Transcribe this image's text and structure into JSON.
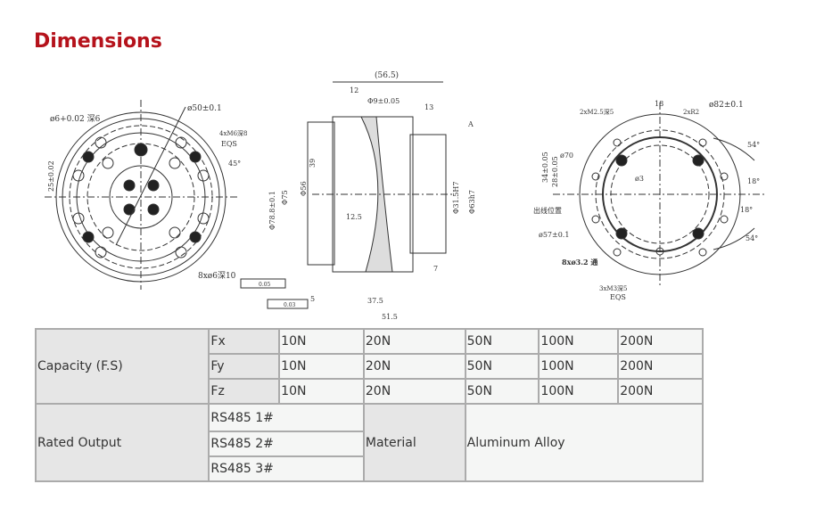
{
  "title": "Dimensions",
  "drawing": {
    "front": {
      "l1": "ø6+0.02 深6",
      "l2": "ø50±0.1",
      "l3": "4xM6深8",
      "l4": "EQS",
      "l5": "25±0.02",
      "l6": "45°",
      "l7": "8xø6深10"
    },
    "side": {
      "l1": "(56.5)",
      "l2": "12",
      "l3": "Φ9±0.05",
      "l4": "13",
      "l5": "39",
      "l6": "Φ56",
      "l7": "Φ78.8±0.1",
      "l8": "Φ75",
      "l9": "12.5",
      "l10": "Φ31.5H7",
      "l11": "Φ63h7",
      "l12": "7",
      "l13": "37.5",
      "l14": "51.5",
      "l15": "A",
      "l16": "5",
      "l17": "0.05",
      "l18": "0.03"
    },
    "back": {
      "l1": "2xM2.5深5",
      "l2": "18",
      "l3": "2xR2",
      "l4": "ø82±0.1",
      "l5": "34±0.05",
      "l6": "28±0.05",
      "l7": "ø70",
      "l8": "ø3",
      "l9": "出线位置",
      "l10": "ø57±0.1",
      "l11": "8xø3.2 通",
      "l12": "3xM3深5",
      "l13": "EQS",
      "l14": "54°",
      "l15": "18°",
      "l16": "18°",
      "l17": "54°"
    }
  },
  "table": {
    "capacity_label": "Capacity (F.S)",
    "rows": [
      {
        "axis": "Fx",
        "values": [
          "10N",
          "20N",
          "50N",
          "100N",
          "200N"
        ]
      },
      {
        "axis": "Fy",
        "values": [
          "10N",
          "20N",
          "50N",
          "100N",
          "200N"
        ]
      },
      {
        "axis": "Fz",
        "values": [
          "10N",
          "20N",
          "50N",
          "100N",
          "200N"
        ]
      }
    ],
    "rated_output_label": "Rated Output",
    "outputs": [
      "RS485 1#",
      "RS485 2#",
      "RS485 3#"
    ],
    "material_label": "Material",
    "material_value": "Aluminum Alloy"
  }
}
